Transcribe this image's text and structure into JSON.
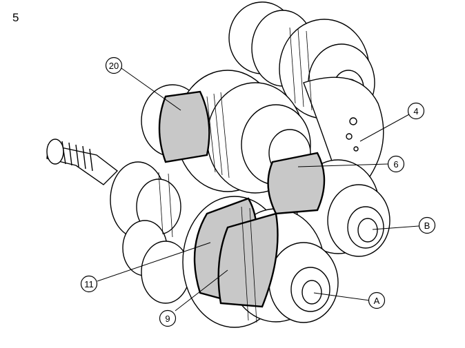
{
  "figure": {
    "number": "5",
    "callouts": [
      {
        "id": "c20",
        "label": "20"
      },
      {
        "id": "c4",
        "label": "4"
      },
      {
        "id": "c6",
        "label": "6"
      },
      {
        "id": "cB",
        "label": "B"
      },
      {
        "id": "c11",
        "label": "11"
      },
      {
        "id": "c9",
        "label": "9"
      },
      {
        "id": "cA",
        "label": "A"
      }
    ],
    "colors": {
      "line": "#000000",
      "highlight": "#c8c8c8",
      "background": "#ffffff"
    }
  }
}
